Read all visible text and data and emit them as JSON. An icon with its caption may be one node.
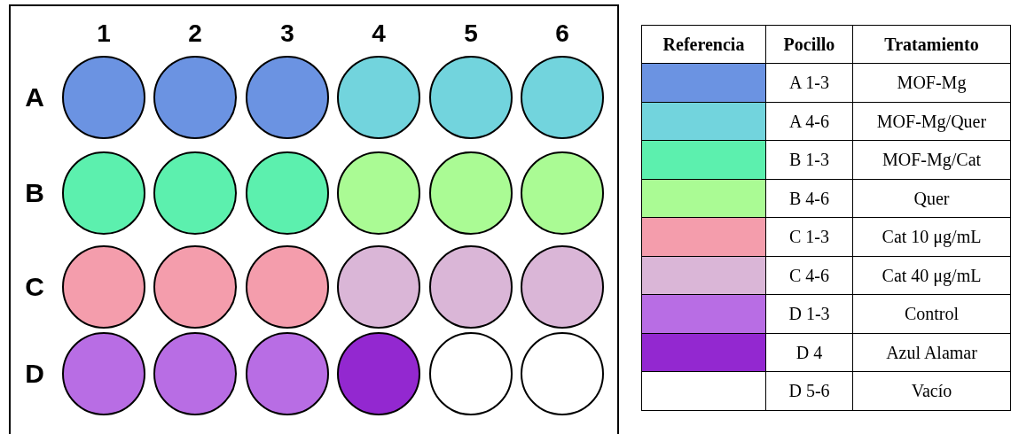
{
  "diagram": {
    "nodes": [
      {
        "text": [],
        "shape": "circle"
      },
      {
        "text": [],
        "shape": "circle"
      },
      {
        "text": [],
        "shape": "circle"
      },
      {
        "text": [],
        "shape": "circle"
      },
      {
        "text": [],
        "shape": "circle"
      },
      {
        "text": [],
        "shape": "circle"
      },
      {
        "text": [],
        "shape": "circle"
      },
      {
        "text": [],
        "shape": "circle"
      },
      {
        "text": [],
        "shape": "circle"
      },
      {
        "text": [],
        "shape": "circle"
      },
      {
        "text": [],
        "shape": "circle"
      },
      {
        "text": [],
        "shape": "circle"
      },
      {
        "text": [],
        "shape": "circle"
      },
      {
        "text": [],
        "shape": "circle"
      },
      {
        "text": [],
        "shape": "circle"
      },
      {
        "text": [],
        "shape": "circle"
      },
      {
        "text": [],
        "shape": "circle"
      },
      {
        "text": [],
        "shape": "circle"
      },
      {
        "text": [],
        "shape": "circle"
      },
      {
        "text": [],
        "shape": "circle"
      },
      {
        "text": [],
        "shape": "circle"
      },
      {
        "text": [],
        "shape": "circle"
      },
      {
        "text": [],
        "shape": "circle"
      },
      {
        "text": [],
        "shape": "circle"
      }
    ],
    "labels": [
      "1",
      "2",
      "3",
      "4",
      "5",
      "6",
      "A",
      "B",
      "C",
      "D",
      "Referencia",
      "Pocillo",
      "Tratamiento",
      "A 1-3",
      "A 4-6",
      "B 1-3",
      "B 4-6",
      "C 1-3",
      "C 4-6",
      "D 1-3",
      "D 4",
      "D 5-6"
    ],
    "legend": [
      {
        "text": "MOF-Mg",
        "color": "#6b93e2"
      },
      {
        "text": "MOF-Mg/Quer",
        "color": "#72d4dd"
      },
      {
        "text": "MOF-Mg/Cat",
        "color": "#5cf0ae"
      },
      {
        "text": "Quer",
        "color": "#aafb94"
      },
      {
        "text": "Cat 10 μg/mL",
        "color": "#f49dac"
      },
      {
        "text": "Cat 40 μg/mL",
        "color": "#dab6d7"
      },
      {
        "text": "Control",
        "color": "#b86de4"
      },
      {
        "text": "Azul Alamar",
        "color": "#9328d0"
      },
      {
        "text": "Vacío",
        "color": "#ffffff"
      }
    ]
  }
}
